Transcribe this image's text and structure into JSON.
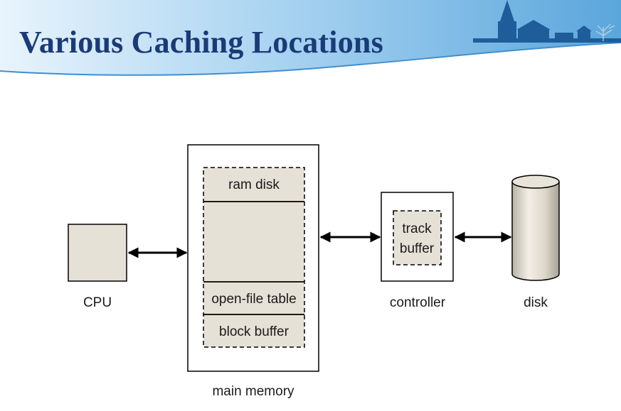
{
  "slide": {
    "title": "Various Caching Locations"
  },
  "diagram": {
    "cpu_label": "CPU",
    "main_memory_label": "main memory",
    "ram_disk_label": "ram disk",
    "open_file_table_label": "open-file table",
    "block_buffer_label": "block buffer",
    "track_buffer_line1": "track",
    "track_buffer_line2": "buffer",
    "controller_label": "controller",
    "disk_label": "disk"
  },
  "colors": {
    "title": "#1b3a78",
    "box_fill": "#e6e1d6",
    "banner_light": "#dfeffb",
    "banner_dark": "#5aa6dc"
  }
}
